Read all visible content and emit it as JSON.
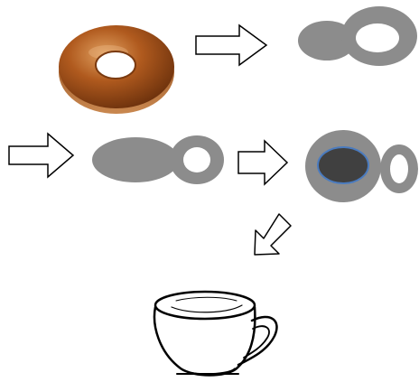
{
  "diagram": {
    "description_steps": [
      "donut",
      "blob-stage-1",
      "blob-stage-2",
      "blob-stage-3",
      "teacup"
    ],
    "colors": {
      "background": "#ffffff",
      "blob_gray": "#8c8c8c",
      "cup_dark": "#404040",
      "cup_rim": "#4a7bbf",
      "donut_dark": "#7a3a10",
      "donut_mid": "#b05a1e",
      "donut_light": "#d98a4a",
      "arrow_stroke": "#000000",
      "arrow_fill": "#ffffff"
    },
    "arrows": [
      {
        "id": "arrow-1",
        "direction": "right"
      },
      {
        "id": "arrow-2",
        "direction": "right"
      },
      {
        "id": "arrow-3",
        "direction": "right"
      },
      {
        "id": "arrow-4",
        "direction": "down-left"
      }
    ]
  }
}
